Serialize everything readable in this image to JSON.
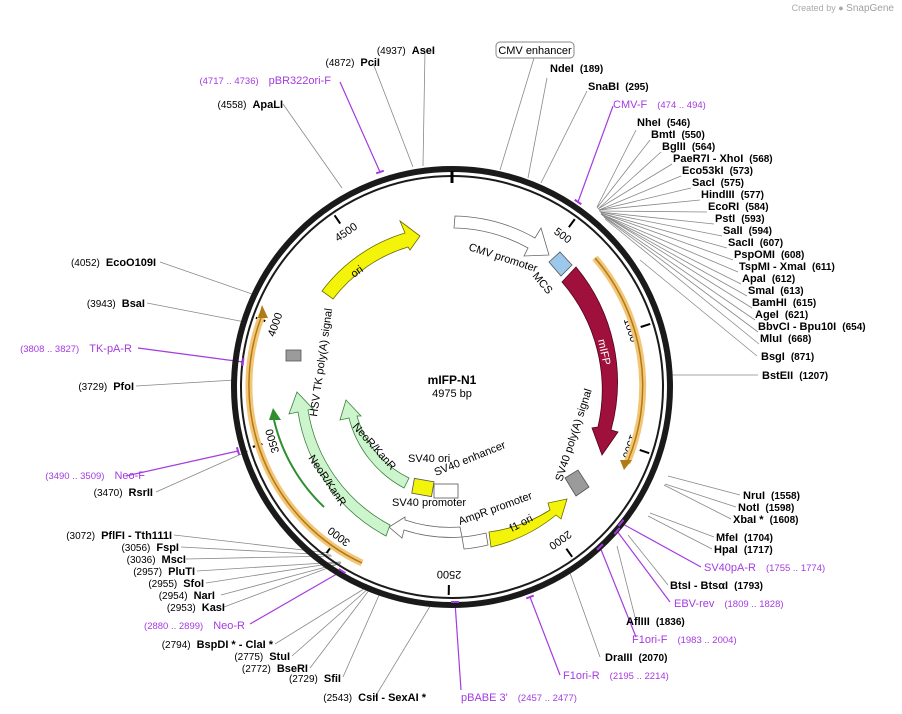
{
  "credit": {
    "prefix": "Created by",
    "brand": "SnapGene"
  },
  "plasmid": {
    "name": "mIFP-N1",
    "length": "4975 bp"
  },
  "ticks": [
    "500",
    "1000",
    "1500",
    "2000",
    "2500",
    "3000",
    "3500",
    "4000",
    "4500"
  ],
  "features": {
    "cmv_enhancer": "CMV enhancer",
    "cmv_promoter": "CMV promoter",
    "mcs": "MCS",
    "mifp": "mIFP",
    "sv40_polya": "SV40 poly(A) signal",
    "f1_ori": "f1 ori",
    "ampr_promoter": "AmpR promoter",
    "sv40_promoter": "SV40 promoter",
    "sv40_ori": "SV40 ori",
    "sv40_enhancer": "SV40 enhancer",
    "neokanr_1": "NeoR/KanR",
    "neokanr_2": "NeoR/KanR",
    "hsv_tk": "HSV TK poly(A) signal",
    "ori": "ori"
  },
  "right_sites": [
    {
      "name": "NdeI",
      "coord": "(189)"
    },
    {
      "name": "SnaBI",
      "coord": "(295)"
    },
    {
      "name": "NheI",
      "coord": "(546)"
    },
    {
      "name": "BmtI",
      "coord": "(550)"
    },
    {
      "name": "BglII",
      "coord": "(564)"
    },
    {
      "name": "PaeR7I - XhoI",
      "coord": "(568)"
    },
    {
      "name": "Eco53kI",
      "coord": "(573)"
    },
    {
      "name": "SacI",
      "coord": "(575)"
    },
    {
      "name": "HindIII",
      "coord": "(577)"
    },
    {
      "name": "EcoRI",
      "coord": "(584)"
    },
    {
      "name": "PstI",
      "coord": "(593)"
    },
    {
      "name": "SalI",
      "coord": "(594)"
    },
    {
      "name": "SacII",
      "coord": "(607)"
    },
    {
      "name": "PspOMI",
      "coord": "(608)"
    },
    {
      "name": "TspMI - XmaI",
      "coord": "(611)"
    },
    {
      "name": "ApaI",
      "coord": "(612)"
    },
    {
      "name": "SmaI",
      "coord": "(613)"
    },
    {
      "name": "BamHI",
      "coord": "(615)"
    },
    {
      "name": "AgeI",
      "coord": "(621)"
    },
    {
      "name": "BbvCI - Bpu10I",
      "coord": "(654)"
    },
    {
      "name": "MluI",
      "coord": "(668)"
    },
    {
      "name": "BsgI",
      "coord": "(871)"
    },
    {
      "name": "BstEII",
      "coord": "(1207)"
    },
    {
      "name": "NruI",
      "coord": "(1558)"
    },
    {
      "name": "NotI",
      "coord": "(1598)"
    },
    {
      "name": "XbaI *",
      "coord": "(1608)"
    },
    {
      "name": "MfeI",
      "coord": "(1704)"
    },
    {
      "name": "HpaI",
      "coord": "(1717)"
    },
    {
      "name": "BtsI - BtsαI",
      "coord": "(1793)"
    },
    {
      "name": "AflIII",
      "coord": "(1836)"
    },
    {
      "name": "DraIII",
      "coord": "(2070)"
    }
  ],
  "left_sites": [
    {
      "name": "AseI",
      "coord": "(4937)"
    },
    {
      "name": "PciI",
      "coord": "(4872)"
    },
    {
      "name": "ApaLI",
      "coord": "(4558)"
    },
    {
      "name": "EcoO109I",
      "coord": "(4052)"
    },
    {
      "name": "BsaI",
      "coord": "(3943)"
    },
    {
      "name": "PfoI",
      "coord": "(3729)"
    },
    {
      "name": "RsrII",
      "coord": "(3470)"
    },
    {
      "name": "PflFI - Tth111I",
      "coord": "(3072)"
    },
    {
      "name": "FspI",
      "coord": "(3056)"
    },
    {
      "name": "MscI",
      "coord": "(3036)"
    },
    {
      "name": "PluTI",
      "coord": "(2957)"
    },
    {
      "name": "SfoI",
      "coord": "(2955)"
    },
    {
      "name": "NarI",
      "coord": "(2954)"
    },
    {
      "name": "KasI",
      "coord": "(2953)"
    },
    {
      "name": "BspDI * - ClaI *",
      "coord": "(2794)"
    },
    {
      "name": "StuI",
      "coord": "(2775)"
    },
    {
      "name": "BseRI",
      "coord": "(2772)"
    },
    {
      "name": "SfiI",
      "coord": "(2729)"
    },
    {
      "name": "CsiI - SexAI *",
      "coord": "(2543)"
    }
  ],
  "primers": [
    {
      "name": "CMV-F",
      "range": "(474 .. 494)"
    },
    {
      "name": "SV40pA-R",
      "range": "(1755 .. 1774)"
    },
    {
      "name": "EBV-rev",
      "range": "(1809 .. 1828)"
    },
    {
      "name": "F1ori-F",
      "range": "(1983 .. 2004)"
    },
    {
      "name": "F1ori-R",
      "range": "(2195 .. 2214)"
    },
    {
      "name": "pBABE 3'",
      "range": "(2457 .. 2477)"
    },
    {
      "name": "Neo-R",
      "range": "(2880 .. 2899)"
    },
    {
      "name": "Neo-F",
      "range": "(3490 .. 3509)"
    },
    {
      "name": "TK-pA-R",
      "range": "(3808 .. 3827)"
    },
    {
      "name": "pBR322ori-F",
      "range": "(4717 .. 4736)"
    }
  ],
  "colors": {
    "backbone": "#1a1a1a",
    "mifp": "#a0103c",
    "mcs": "#9cc8ec",
    "ori": "#f4f40a",
    "neokanr": "#cdf5cd",
    "polya": "#9b9b9b",
    "primer": "#a43be0",
    "orf": "#f3c677",
    "orf_inner": "#b07a16",
    "orf_green": "#2f8f2f",
    "promoter": "#ffffff"
  }
}
